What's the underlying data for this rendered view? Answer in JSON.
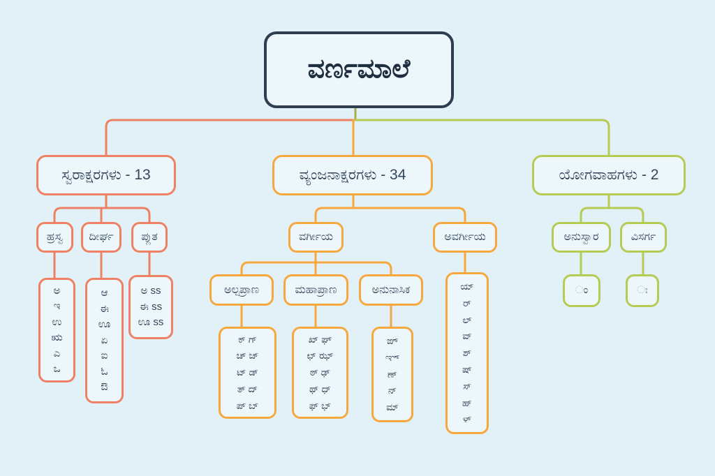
{
  "colors": {
    "background": "#e2f1f7",
    "title_border": "#2d3e50",
    "vowel_branch": "#ee8163",
    "consonant_branch": "#f6a83f",
    "yogavaha_branch": "#b6cb54",
    "text": "#33455a"
  },
  "diagram": {
    "title": "ವರ್ಣಮಾಲೆ",
    "vowels": {
      "label": "ಸ್ವರಾಕ್ಷರಗಳು - 13",
      "hrasva": {
        "label": "ಹ್ರಸ್ವ",
        "letters": "ಅ\nಇ\nಉ\nಋ\nಎ\nಒ"
      },
      "deergha": {
        "label": "ದೀರ್ಘ",
        "letters": "ಆ\nಈ\nಊ\nಏ\nಐ\nಓ\nಔ"
      },
      "pluta": {
        "label": "ಪ್ಲುತ",
        "letters": "ಅ ss\nಈ ss\nಊ ss"
      }
    },
    "consonants": {
      "label": "ವ್ಯಂಜನಾಕ್ಷರಗಳು - 34",
      "vargeeya": {
        "label": "ವರ್ಗೀಯ",
        "alpaprana": {
          "label": "ಅಲ್ಪಪ್ರಾಣ",
          "letters": "ಕ್ ಗ್\nಚ್ ಜ್\nಟ್ ಡ್\nತ್ ದ್\nಪ್ ಬ್"
        },
        "mahaprana": {
          "label": "ಮಹಾಪ್ರಾಣ",
          "letters": "ಖ್ ಘ್\nಛ್ ಝ್\nಠ್ ಢ್\nಥ್ ಧ್\nಫ್ ಭ್"
        },
        "anunasika": {
          "label": "ಅನುನಾಸಿಕ",
          "letters": "ಙ್\nಞ್\nಣ್\nನ್\nಮ್"
        }
      },
      "avargeeya": {
        "label": "ಅವರ್ಗೀಯ",
        "letters": "ಯ್\nರ್\nಲ್\nವ್\nಶ್\nಷ್\nಸ್\nಹ್\nಳ್"
      }
    },
    "yogavaha": {
      "label": "ಯೋಗವಾಹಗಳು - 2",
      "anusvara": {
        "label": "ಅನುಸ್ವಾರ",
        "letter": "ಂ"
      },
      "visarga": {
        "label": "ವಿಸರ್ಗ",
        "letter": "ಃ"
      }
    }
  }
}
